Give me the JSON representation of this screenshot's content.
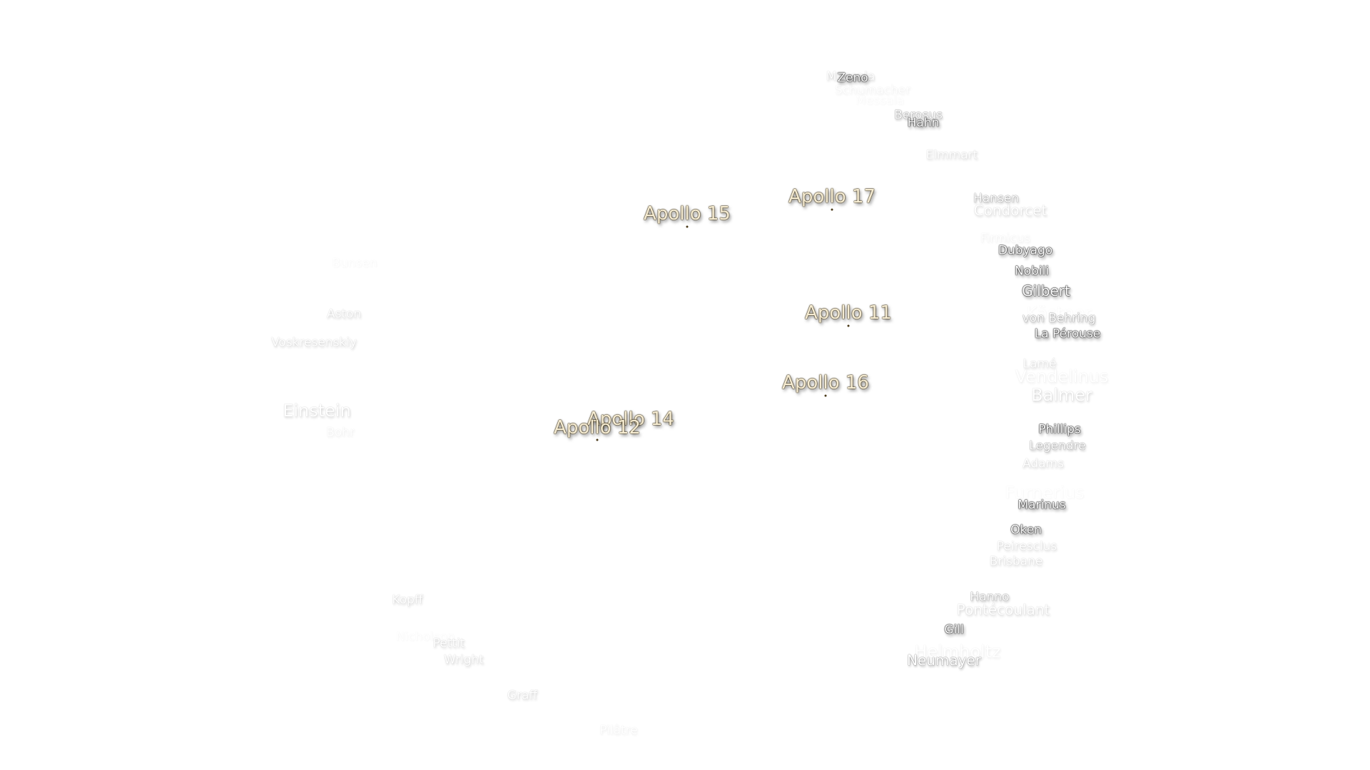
{
  "apollo_sites": [
    {
      "name": "Apollo 17"
    },
    {
      "name": "Apollo 15"
    },
    {
      "name": "Apollo 11"
    },
    {
      "name": "Apollo 16"
    },
    {
      "name": "Apollo 14"
    },
    {
      "name": "Apollo 12"
    }
  ],
  "craters": [
    {
      "name": "Messala"
    },
    {
      "name": "Zeno"
    },
    {
      "name": "Schumacher"
    },
    {
      "name": "Messala"
    },
    {
      "name": "Berosus"
    },
    {
      "name": "Hahn"
    },
    {
      "name": "Elmmart"
    },
    {
      "name": "Hansen"
    },
    {
      "name": "Condorcet"
    },
    {
      "name": "Firmicus"
    },
    {
      "name": "Dubyago"
    },
    {
      "name": "Nobili"
    },
    {
      "name": "Gilbert"
    },
    {
      "name": "Kästner"
    },
    {
      "name": "von Behring"
    },
    {
      "name": "La Pérouse"
    },
    {
      "name": "Lamé"
    },
    {
      "name": "Vendelinus"
    },
    {
      "name": "Balmer"
    },
    {
      "name": "Phillips"
    },
    {
      "name": "Legendre"
    },
    {
      "name": "Adams"
    },
    {
      "name": "Furnerius"
    },
    {
      "name": "Marinus"
    },
    {
      "name": "Oken"
    },
    {
      "name": "Peiresclus"
    },
    {
      "name": "Brisbane"
    },
    {
      "name": "Hanno"
    },
    {
      "name": "Pontécoulant"
    },
    {
      "name": "Gill"
    },
    {
      "name": "Helmholtz"
    },
    {
      "name": "Neumayer"
    },
    {
      "name": "Bunsen"
    },
    {
      "name": "Aston"
    },
    {
      "name": "Voskresenskiy"
    },
    {
      "name": "Einstein"
    },
    {
      "name": "Bohr"
    },
    {
      "name": "Kopff"
    },
    {
      "name": "Nicholson"
    },
    {
      "name": "Pettit"
    },
    {
      "name": "Wright"
    },
    {
      "name": "Graff"
    },
    {
      "name": "Pilâtre"
    }
  ]
}
